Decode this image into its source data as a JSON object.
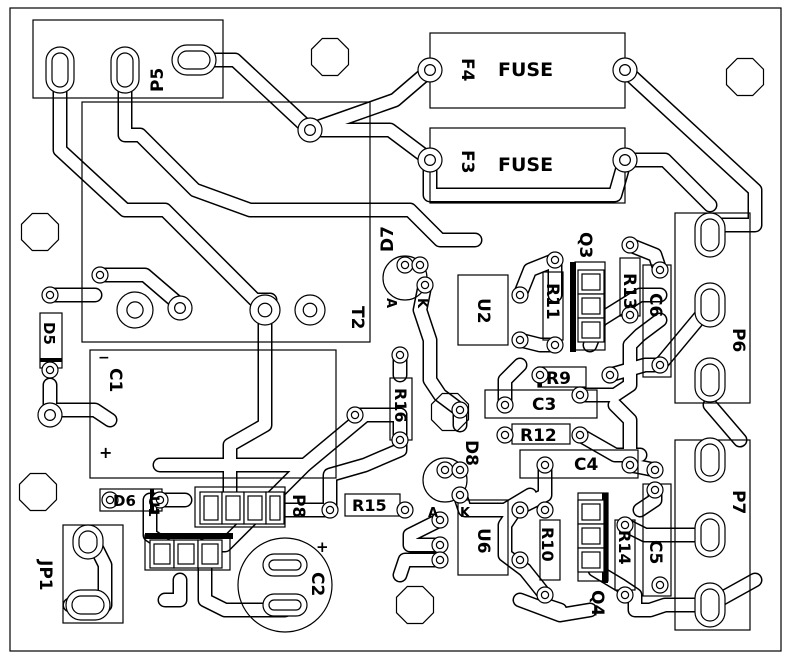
{
  "board": {
    "components": {
      "p5": "P5",
      "p6": "P6",
      "p7": "P7",
      "p8": "P8",
      "jp1": "JP1",
      "f4": "F4",
      "f3": "F3",
      "fuse_f4": "FUSE",
      "fuse_f3": "FUSE",
      "t2": "T2",
      "c1": "C1",
      "c2": "C2",
      "c3": "C3",
      "c4": "C4",
      "c5": "C5",
      "c6": "C6",
      "d5": "D5",
      "d6": "D6",
      "d7": "D7",
      "d8": "D8",
      "u1": "U1",
      "u2": "U2",
      "u6": "U6",
      "q3": "Q3",
      "q4": "Q4",
      "r9": "R9",
      "r10": "R10",
      "r11": "R11",
      "r12": "R12",
      "r13": "R13",
      "r14": "R14",
      "r15": "R15",
      "r16": "R16"
    },
    "pins": {
      "d7_a": "A",
      "d7_k": "K",
      "d8_a": "A",
      "d8_k": "K",
      "c1_minus": "−",
      "c1_plus": "+",
      "c2_plus": "+"
    }
  }
}
